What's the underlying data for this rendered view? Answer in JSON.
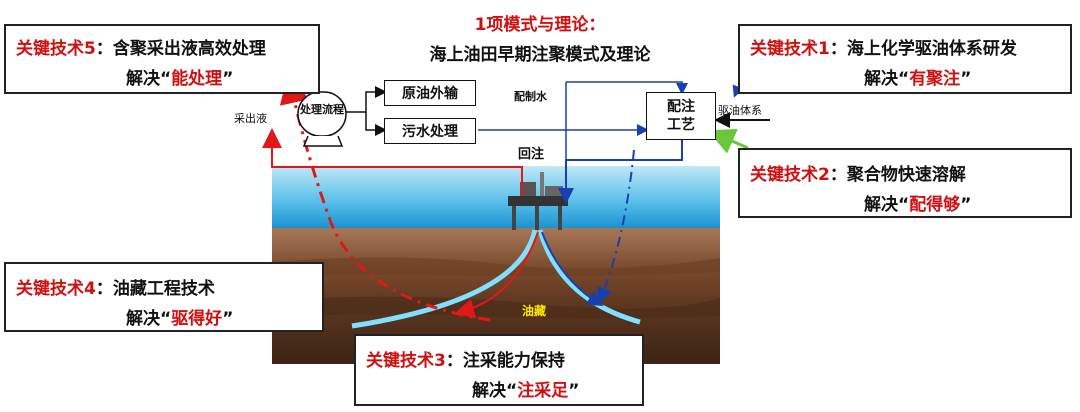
{
  "title": {
    "line1": "1项模式与理论：",
    "line2": "海上油田早期注聚模式及理论"
  },
  "flow": {
    "process": "处理流程",
    "crude_export": "原油外输",
    "sewage_treatment": "污水处理",
    "injection_process_line1": "配注",
    "injection_process_line2": "工艺",
    "produced_fluid": "采出液",
    "prepared_water": "配制水",
    "reinjection": "回注",
    "oil_displacement_system": "驱油体系",
    "reservoir": "油藏"
  },
  "technologies": [
    {
      "label": "关键技术1",
      "colon": "：",
      "name": "海上化学驱油体系研发",
      "solve_prefix": "解决",
      "solve_open": "“",
      "solve_key": "有聚注",
      "solve_close": "”"
    },
    {
      "label": "关键技术2",
      "colon": "：",
      "name": "聚合物快速溶解",
      "solve_prefix": "解决",
      "solve_open": "“",
      "solve_key": "配得够",
      "solve_close": "”"
    },
    {
      "label": "关键技术3",
      "colon": "：",
      "name": "注采能力保持",
      "solve_prefix": "解决",
      "solve_open": "“",
      "solve_key": "注采足",
      "solve_close": "”"
    },
    {
      "label": "关键技术4",
      "colon": "：",
      "name": "油藏工程技术",
      "solve_prefix": "解决",
      "solve_open": "“",
      "solve_key": "驱得好",
      "solve_close": "”"
    },
    {
      "label": "关键技术5",
      "colon": "：",
      "name": "含聚采出液高效处理",
      "solve_prefix": "解决",
      "solve_open": "“",
      "solve_key": "能处理",
      "solve_close": "”"
    }
  ],
  "colors": {
    "accent_red": "#d01010",
    "flow_blue": "#1a3fb0",
    "flow_red": "#e01818",
    "green_arrow": "#6cc63a",
    "sea": "#1e9fd6",
    "seabed": "#8a5a3a"
  }
}
